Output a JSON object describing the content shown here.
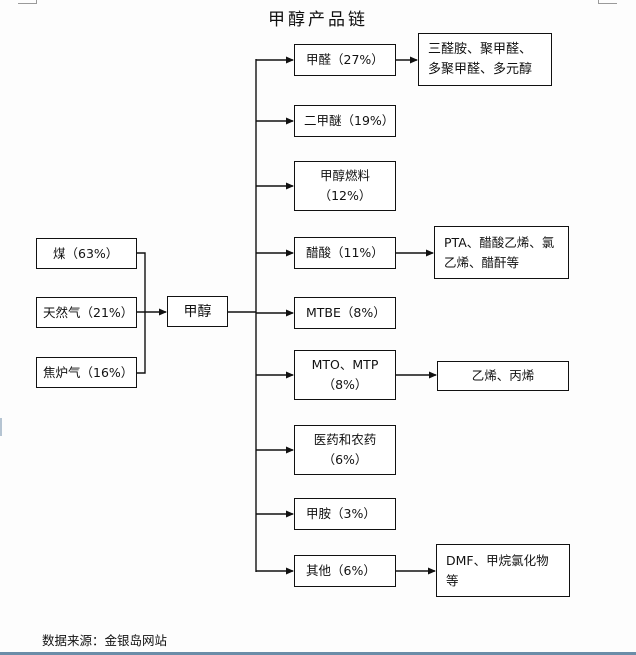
{
  "title": "甲醇产品链",
  "sources": [
    {
      "label": "煤（63%）"
    },
    {
      "label": "天然气（21%）"
    },
    {
      "label": "焦炉气（16%）"
    }
  ],
  "hub": {
    "label": "甲醇"
  },
  "products": [
    {
      "line1": "甲醛（27%）",
      "line2": ""
    },
    {
      "line1": "二甲醚（19%）",
      "line2": ""
    },
    {
      "line1": "甲醇燃料",
      "line2": "（12%）"
    },
    {
      "line1": "醋酸（11%）",
      "line2": ""
    },
    {
      "line1": "MTBE（8%）",
      "line2": ""
    },
    {
      "line1": "MTO、MTP",
      "line2": "（8%）"
    },
    {
      "line1": "医药和农药",
      "line2": "（6%）"
    },
    {
      "line1": "甲胺（3%）",
      "line2": ""
    },
    {
      "line1": "其他（6%）",
      "line2": ""
    }
  ],
  "derivatives": [
    {
      "line1": "三醛胺、聚甲醛、",
      "line2": "多聚甲醛、多元醇"
    },
    {
      "line1": "PTA、醋酸乙烯、氯",
      "line2": "乙烯、醋酐等"
    },
    {
      "line1": "乙烯、丙烯",
      "line2": ""
    },
    {
      "line1": "DMF、甲烷氯化物",
      "line2": "等"
    }
  ],
  "footer": "数据来源：金银岛网站"
}
